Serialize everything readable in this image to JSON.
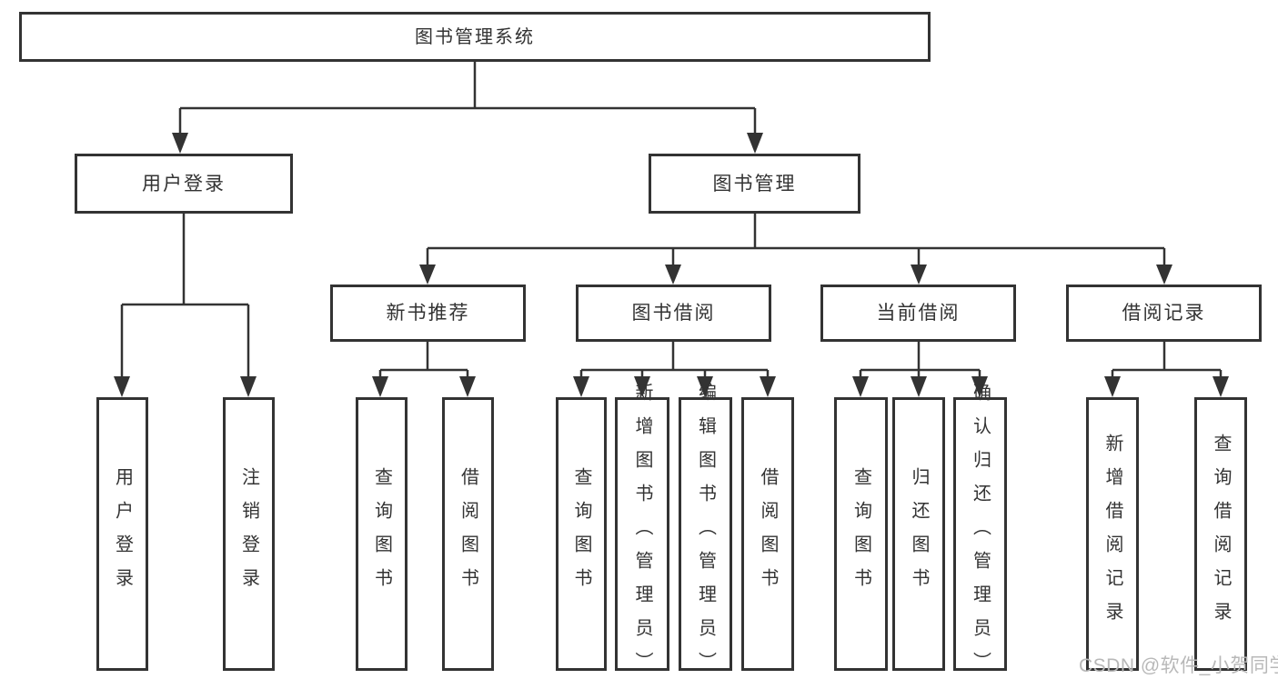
{
  "diagram": {
    "type": "hierarchy-tree",
    "root": {
      "label": "图书管理系统"
    },
    "level2": [
      {
        "label": "用户登录",
        "parent": "图书管理系统"
      },
      {
        "label": "图书管理",
        "parent": "图书管理系统"
      }
    ],
    "level3": [
      {
        "label": "新书推荐",
        "parent": "图书管理"
      },
      {
        "label": "图书借阅",
        "parent": "图书管理"
      },
      {
        "label": "当前借阅",
        "parent": "图书管理"
      },
      {
        "label": "借阅记录",
        "parent": "图书管理"
      }
    ],
    "leaves": [
      {
        "label": "用户登录",
        "parent": "用户登录"
      },
      {
        "label": "注销登录",
        "parent": "用户登录"
      },
      {
        "label": "查询图书",
        "parent": "新书推荐"
      },
      {
        "label": "借阅图书",
        "parent": "新书推荐"
      },
      {
        "label": "查询图书",
        "parent": "图书借阅"
      },
      {
        "label": "新增图书（管理员）",
        "parent": "图书借阅"
      },
      {
        "label": "编辑图书（管理员）",
        "parent": "图书借阅"
      },
      {
        "label": "借阅图书",
        "parent": "图书借阅"
      },
      {
        "label": "查询图书",
        "parent": "当前借阅"
      },
      {
        "label": "归还图书",
        "parent": "当前借阅"
      },
      {
        "label": "确认归还（管理员）",
        "parent": "当前借阅"
      },
      {
        "label": "新增借阅记录",
        "parent": "借阅记录"
      },
      {
        "label": "查询借阅记录",
        "parent": "借阅记录"
      }
    ]
  },
  "watermark": "CSDN @软件_小贺同学",
  "colors": {
    "line": "#333333",
    "box_border": "#333333",
    "box_fill": "#ffffff",
    "text": "#333333",
    "watermark": "#b8b8b8",
    "background": "#ffffff"
  }
}
